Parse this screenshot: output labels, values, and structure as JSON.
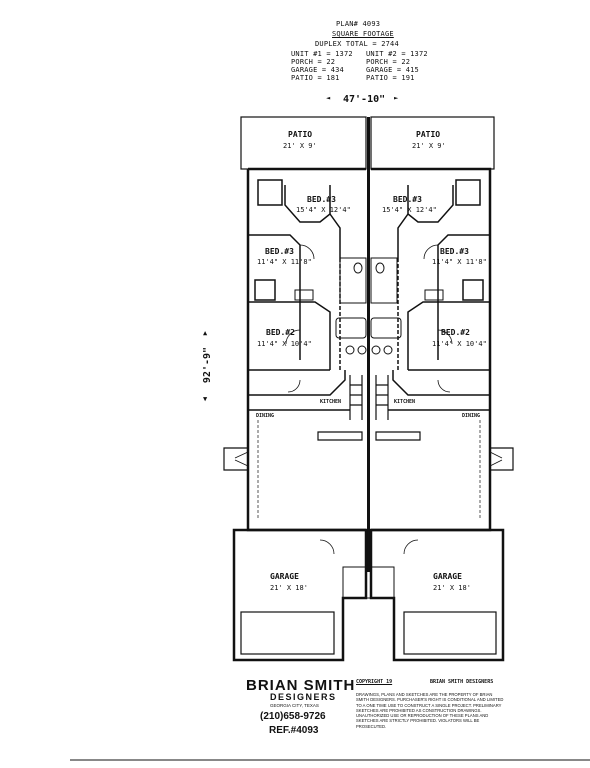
{
  "header": {
    "plan_no": "PLAN# 4093",
    "title": "SQUARE FOOTAGE",
    "total": "DUPLEX TOTAL = 2744",
    "unit1": [
      "UNIT #1 = 1372",
      "PORCH = 22",
      "GARAGE = 434",
      "PATIO = 181"
    ],
    "unit2": [
      "UNIT #2 = 1372",
      "PORCH = 22",
      "GARAGE = 415",
      "PATIO = 191"
    ]
  },
  "dimensions": {
    "width": "47'-10\"",
    "depth": "92'-9\""
  },
  "rooms": {
    "left": {
      "patio": {
        "name": "PATIO",
        "size": "21' X 9'"
      },
      "bed3a": {
        "name": "BED.#3",
        "size": "15'4\" X 12'4\""
      },
      "bed3b": {
        "name": "BED.#3",
        "size": "11'4\" X 11'8\""
      },
      "bed2": {
        "name": "BED.#2",
        "size": "11'4\" X 10'4\""
      },
      "dining": "DINING",
      "kitchen": "KITCHEN",
      "garage": {
        "name": "GARAGE",
        "size": "21' X 18'"
      }
    },
    "right": {
      "patio": {
        "name": "PATIO",
        "size": "21' X 9'"
      },
      "bed3a": {
        "name": "BED.#3",
        "size": "15'4\" X 12'4\""
      },
      "bed3b": {
        "name": "BED.#3",
        "size": "11'4\" X 11'8\""
      },
      "bed2": {
        "name": "BED.#2",
        "size": "11'4\" X 10'4\""
      },
      "dining": "DINING",
      "kitchen": "KITCHEN",
      "garage": {
        "name": "GARAGE",
        "size": "21' X 18'"
      }
    }
  },
  "footer": {
    "company": "BRIAN SMITH",
    "designers": "DESIGNERS",
    "location": "GEORGIA CITY, TEXAS",
    "phone": "(210)658-9726",
    "ref": "REF.#4093",
    "copyright": "COPYRIGHT 19",
    "copyright_holder": "BRIAN SMITH DESIGNERS",
    "legal": "DRAWINGS, PLANS AND SKETCHES ARE THE PROPERTY OF BRIAN SMITH DESIGNERS. PURCHASER'S RIGHT IS CONDITIONAL AND LIMITED TO A ONE TIME USE TO CONSTRUCT A SINGLE PROJECT. PRELIMINARY SKETCHES ARE PROHIBITED AS CONSTRUCTION DRAWINGS. UNAUTHORIZED USE OR REPRODUCTION OF THESE PLANS AND SKETCHES ARE STRICTLY PROHIBITED. VIOLATORS WILL BE PROSECUTED."
  }
}
